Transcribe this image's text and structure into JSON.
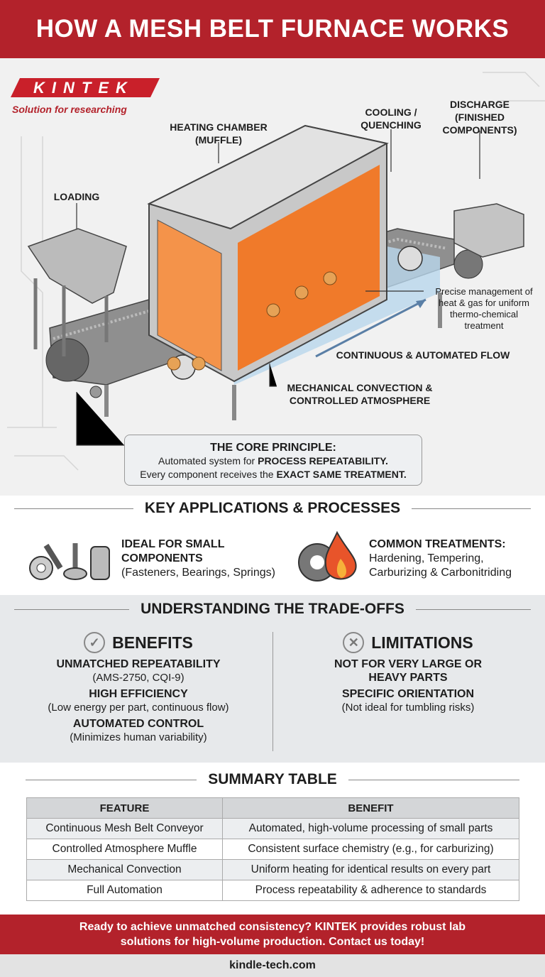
{
  "title": "HOW A MESH BELT FURNACE WORKS",
  "logo": {
    "brand": "KINTEK",
    "tagline": "Solution for researching"
  },
  "diagram": {
    "loading": "LOADING",
    "heating_1": "HEATING CHAMBER",
    "heating_2": "(MUFFLE)",
    "cooling_1": "COOLING /",
    "cooling_2": "QUENCHING",
    "discharge_1": "DISCHARGE",
    "discharge_2": "(FINISHED",
    "discharge_3": "COMPONENTS)",
    "precise_1": "Precise management of",
    "precise_2": "heat & gas for uniform",
    "precise_3": "thermo-chemical",
    "precise_4": "treatment",
    "flow": "CONTINUOUS & AUTOMATED FLOW",
    "convection_1": "MECHANICAL CONVECTION &",
    "convection_2": "CONTROLLED ATMOSPHERE"
  },
  "core": {
    "title": "THE CORE PRINCIPLE:",
    "line1_a": "Automated system for ",
    "line1_b": "PROCESS REPEATABILITY.",
    "line2_a": "Every component receives the ",
    "line2_b": "EXACT SAME TREATMENT."
  },
  "applications": {
    "heading": "KEY APPLICATIONS & PROCESSES",
    "left_title_1": "IDEAL FOR SMALL",
    "left_title_2": "COMPONENTS",
    "left_sub": "(Fasteners, Bearings, Springs)",
    "right_title": "COMMON TREATMENTS:",
    "right_1": "Hardening, Tempering,",
    "right_2": "Carburizing & Carbonitriding"
  },
  "tradeoffs": {
    "heading": "UNDERSTANDING THE TRADE-OFFS",
    "benefits": {
      "title": "BENEFITS",
      "items": [
        {
          "h": "UNMATCHED REPEATABILITY",
          "s": "(AMS-2750, CQI-9)"
        },
        {
          "h": "HIGH EFFICIENCY",
          "s": "(Low energy per part, continuous flow)"
        },
        {
          "h": "AUTOMATED CONTROL",
          "s": "(Minimizes human variability)"
        }
      ]
    },
    "limitations": {
      "title": "LIMITATIONS",
      "items": [
        {
          "h": "NOT FOR VERY LARGE OR",
          "h2": "HEAVY PARTS"
        },
        {
          "h": "SPECIFIC ORIENTATION",
          "s": "(Not ideal for tumbling risks)"
        }
      ]
    }
  },
  "summary": {
    "heading": "SUMMARY TABLE",
    "columns": [
      "FEATURE",
      "BENEFIT"
    ],
    "rows": [
      [
        "Continuous Mesh Belt Conveyor",
        "Automated, high-volume processing of small parts"
      ],
      [
        "Controlled Atmosphere Muffle",
        "Consistent surface chemistry (e.g., for carburizing)"
      ],
      [
        "Mechanical Convection",
        "Uniform heating for identical results on every part"
      ],
      [
        "Full Automation",
        "Process repeatability & adherence to standards"
      ]
    ]
  },
  "footer": {
    "line1": "Ready to achieve unmatched consistency? KINTEK provides robust lab",
    "line2": "solutions for high-volume production. Contact us today!",
    "site": "kindle-tech.com"
  },
  "colors": {
    "brand_red": "#b3222b",
    "heat_orange": "#f07a2a",
    "cool_blue": "#a9cde6"
  }
}
